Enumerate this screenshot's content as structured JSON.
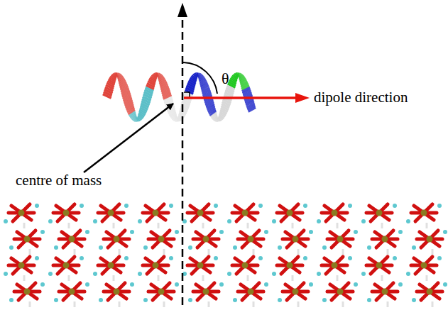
{
  "diagram": {
    "labels": [
      "θ",
      "dipole direction",
      "centre of mass"
    ]
  }
}
